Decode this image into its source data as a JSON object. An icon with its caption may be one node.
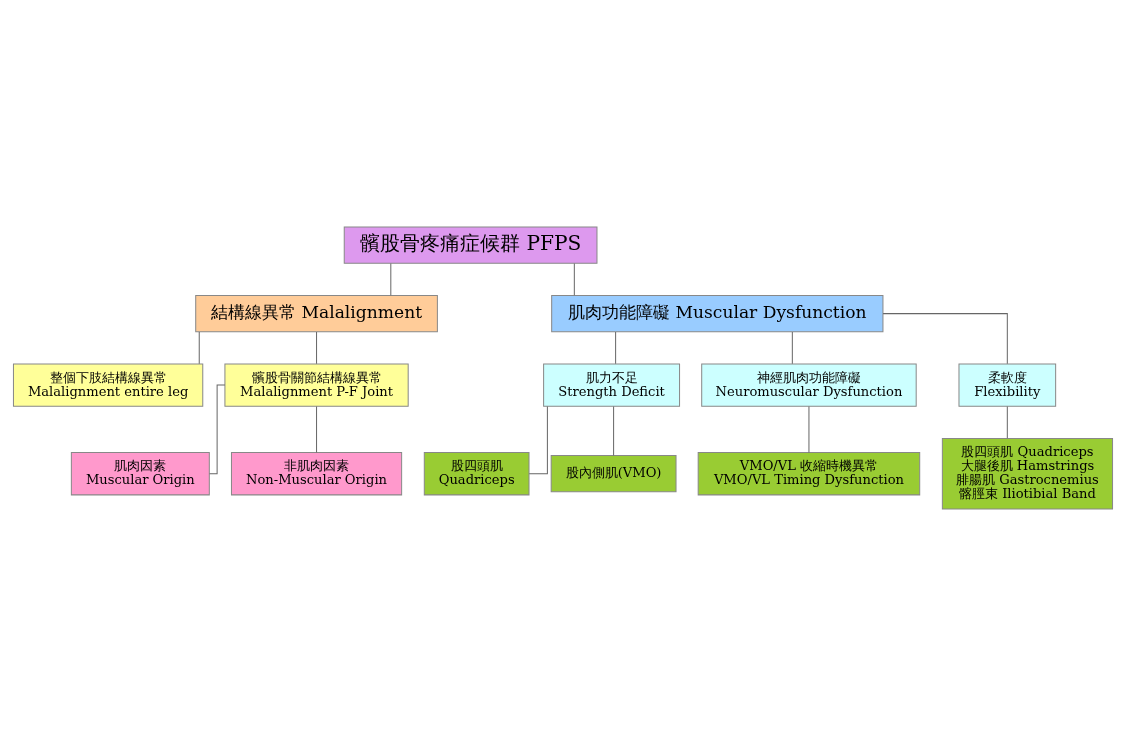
{
  "diagram": {
    "nodes": [
      {
        "text": [
          "髕股骨疼痛症候群 PFPS"
        ]
      },
      {
        "text": [
          "結構線異常 Malalignment"
        ]
      },
      {
        "text": [
          "肌肉功能障礙 Muscular Dysfunction"
        ]
      },
      {
        "text": [
          "整個下肢結構線異常",
          "Malalignment entire leg"
        ]
      },
      {
        "text": [
          "髕股骨關節結構線異常",
          "Malalignment P-F Joint"
        ]
      },
      {
        "text": [
          "肌肉因素",
          "Muscular Origin"
        ]
      },
      {
        "text": [
          "非肌肉因素",
          "Non-Muscular Origin"
        ]
      },
      {
        "text": [
          "肌力不足",
          "Strength Deficit"
        ]
      },
      {
        "text": [
          "神經肌肉功能障礙",
          "Neuromuscular Dysfunction"
        ]
      },
      {
        "text": [
          "柔軟度",
          "Flexibility"
        ]
      },
      {
        "text": [
          "股四頭肌",
          "Quadriceps"
        ]
      },
      {
        "text": [
          "股內側肌(VMO)"
        ]
      },
      {
        "text": [
          "VMO/VL 收縮時機異常",
          "VMO/VL Timing Dysfunction"
        ]
      },
      {
        "text": [
          "股四頭肌 Quadriceps",
          "大腿後肌 Hamstrings",
          "腓腸肌 Gastrocnemius",
          "髂脛束 Iliotibial Band"
        ]
      }
    ],
    "edges": [
      {
        "from": 0,
        "to": 1,
        "arrow": "none"
      },
      {
        "from": 0,
        "to": 2,
        "arrow": "none"
      },
      {
        "from": 1,
        "to": 3,
        "arrow": "none"
      },
      {
        "from": 1,
        "to": 4,
        "arrow": "none"
      },
      {
        "from": 4,
        "to": 5,
        "arrow": "none"
      },
      {
        "from": 4,
        "to": 6,
        "arrow": "none"
      },
      {
        "from": 2,
        "to": 7,
        "arrow": "none"
      },
      {
        "from": 2,
        "to": 8,
        "arrow": "none"
      },
      {
        "from": 2,
        "to": 9,
        "arrow": "none"
      },
      {
        "from": 7,
        "to": 10,
        "arrow": "none"
      },
      {
        "from": 7,
        "to": 11,
        "arrow": "none"
      },
      {
        "from": 8,
        "to": 12,
        "arrow": "none"
      },
      {
        "from": 9,
        "to": 13,
        "arrow": "none"
      }
    ]
  }
}
